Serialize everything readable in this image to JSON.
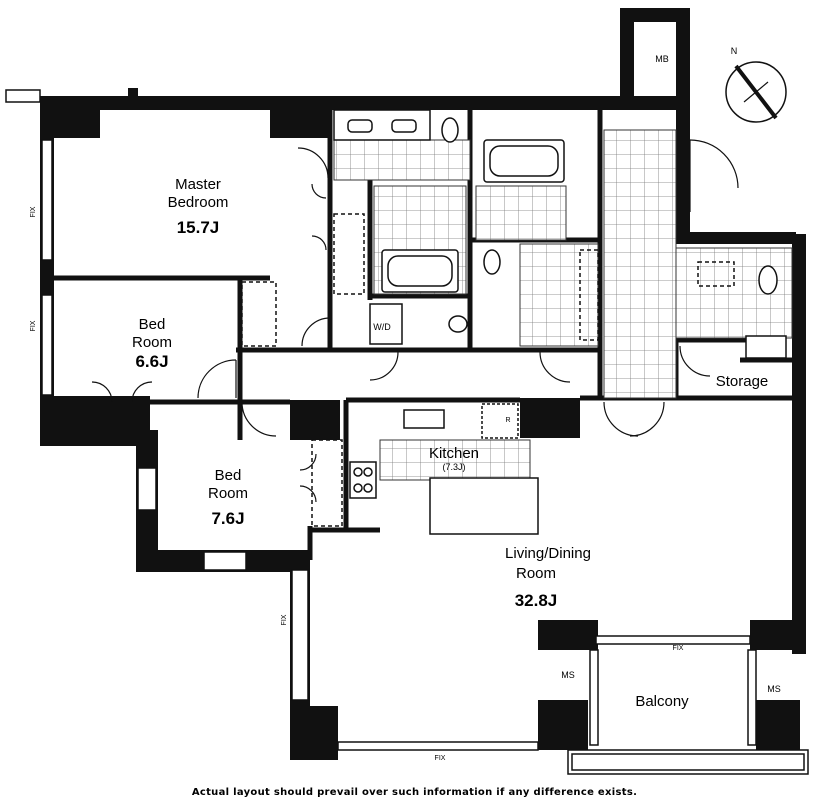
{
  "rooms": {
    "master_bedroom": {
      "line1": "Master",
      "line2": "Bedroom",
      "area": "15.7J"
    },
    "bedroom_1": {
      "line1": "Bed",
      "line2": "Room",
      "area": "6.6J"
    },
    "bedroom_2": {
      "line1": "Bed",
      "line2": "Room",
      "area": "7.6J"
    },
    "kitchen": {
      "label": "Kitchen",
      "area": "(7.3J)"
    },
    "living": {
      "line1": "Living/Dining",
      "line2": "Room",
      "area": "32.8J"
    },
    "storage": {
      "label": "Storage"
    },
    "balcony": {
      "label": "Balcony"
    }
  },
  "small_labels": {
    "mb": "MB",
    "wd": "W/D",
    "fridge": "R",
    "ms_left": "MS",
    "ms_right": "MS",
    "fix": "FIX"
  },
  "compass": {
    "label": "N"
  },
  "disclaimer": "Actual layout should prevail over such information if any difference exists."
}
